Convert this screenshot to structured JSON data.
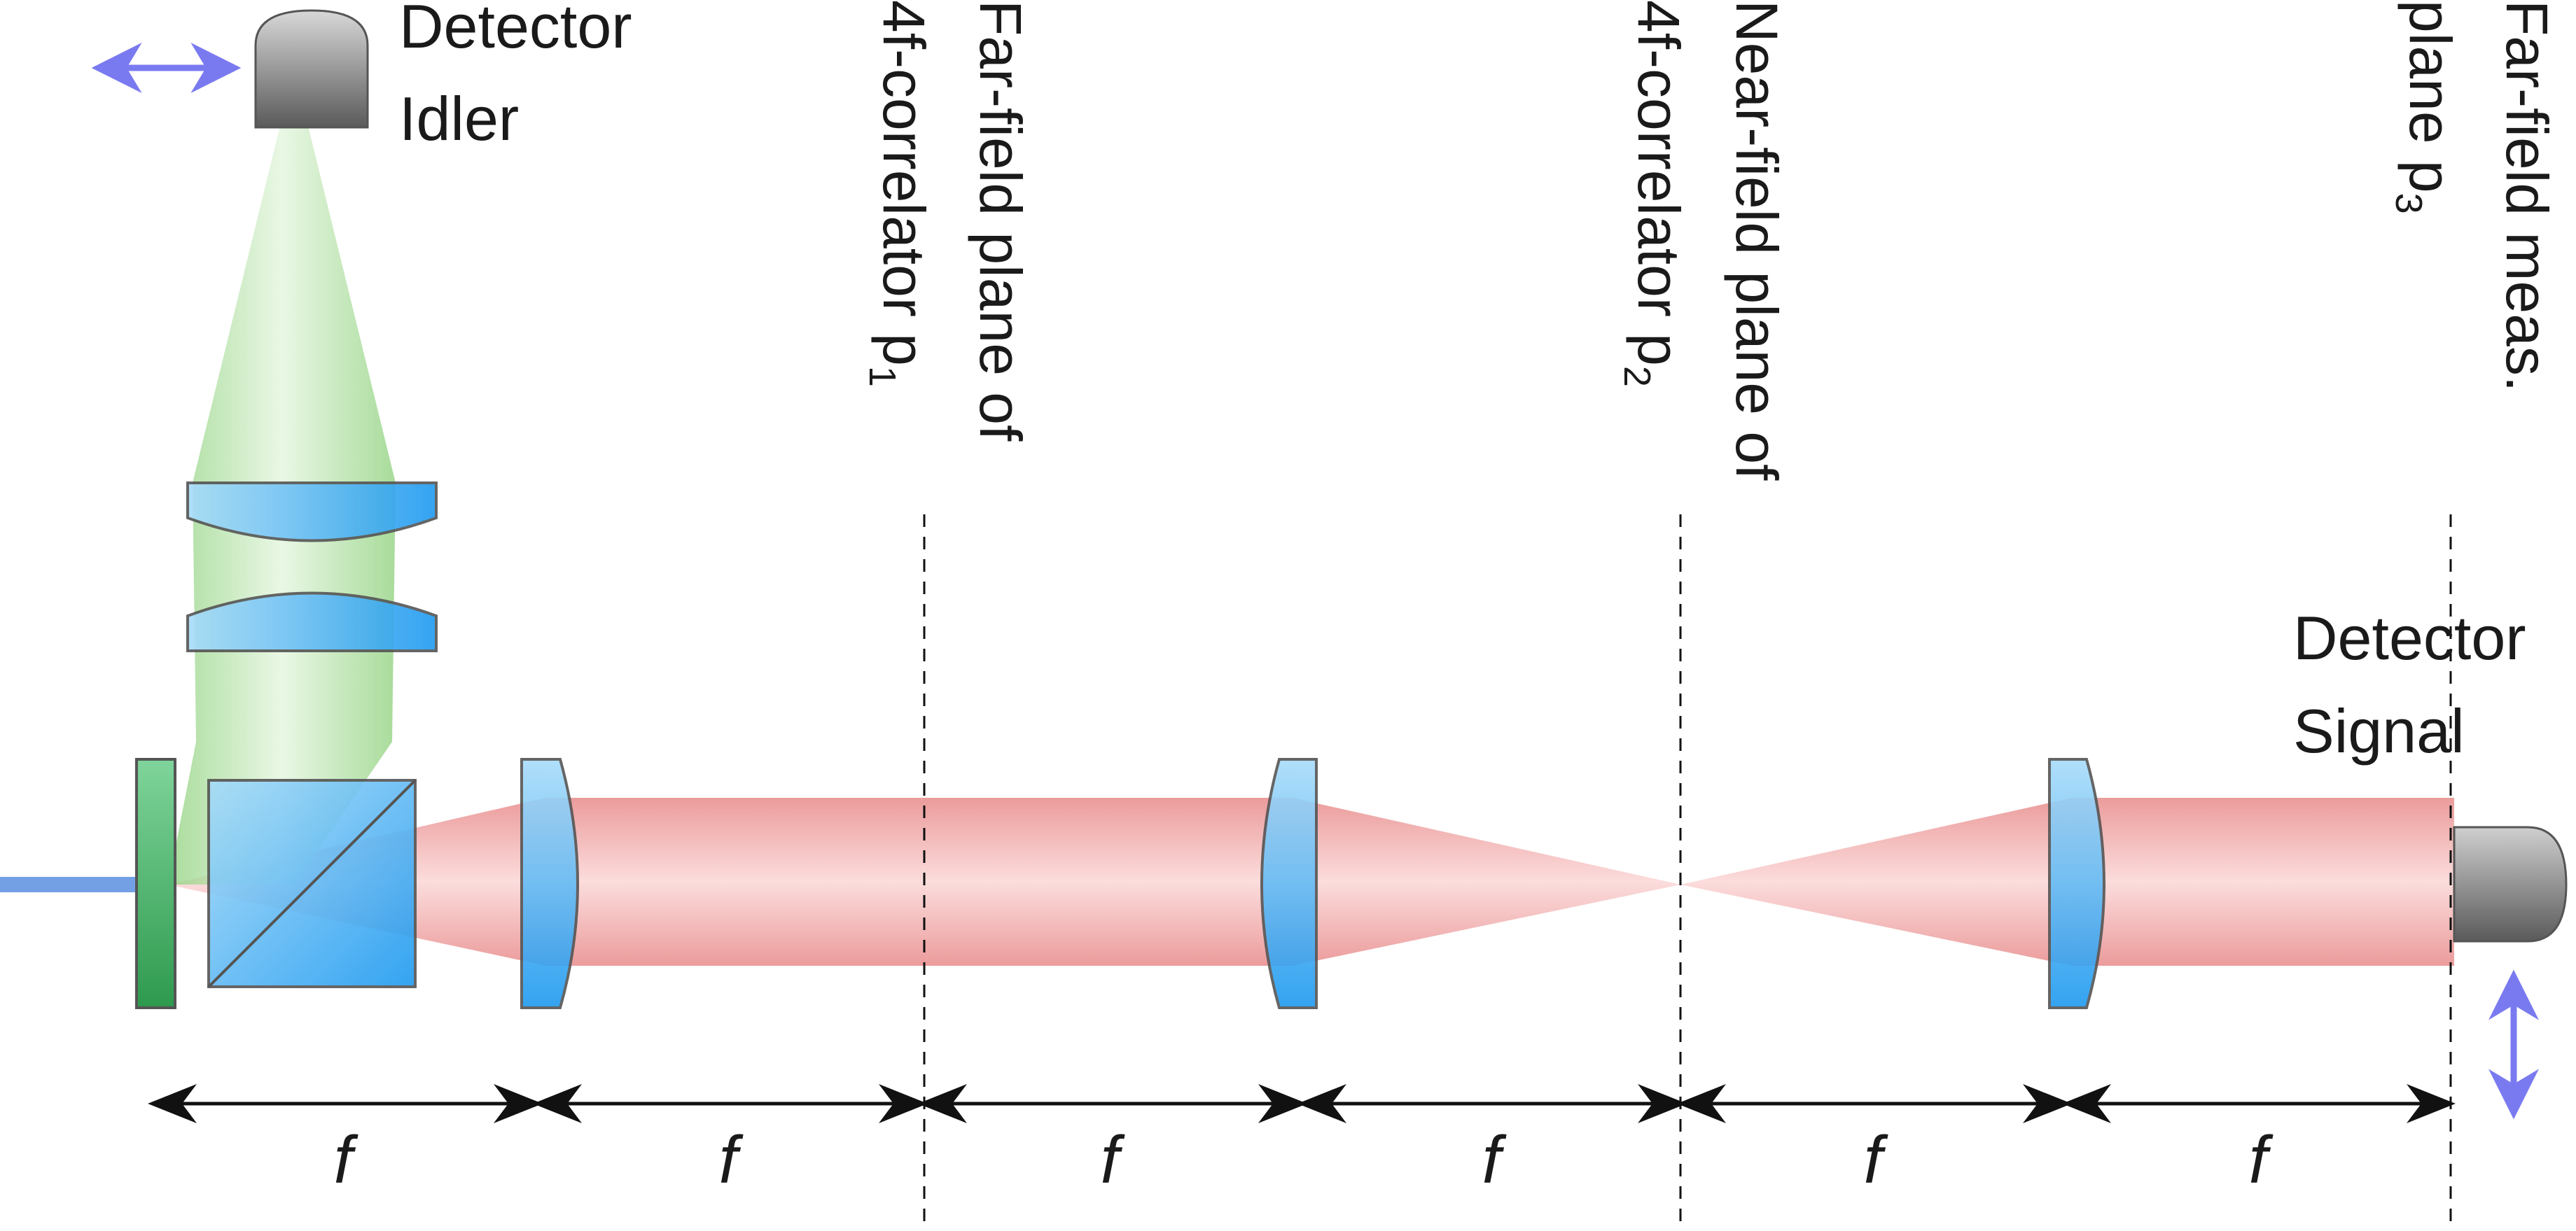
{
  "labels": {
    "detector_idler_line1": "Detector",
    "detector_idler_line2": "Idler",
    "detector_signal_line1": "Detector",
    "detector_signal_line2": "Signal",
    "plane1_line1": "Far-field plane of",
    "plane1_line2_main": "4f-correlator p",
    "plane1_sub": "1",
    "plane2_line1": "Near-field plane of",
    "plane2_line2_main": "4f-correlator p",
    "plane2_sub": "2",
    "plane3_line1": "Far-field meas.",
    "plane3_line2_main": "plane p",
    "plane3_sub": "3",
    "dimension_f": "f"
  },
  "colors": {
    "pump_beam": "#5b8fe0",
    "signal_beam": "#e88a8a",
    "idler_beam": "#8cd07a",
    "optic_blue": "#36a6f0",
    "mirror_green": "#3aa85a",
    "detector_gray": "#6e6e6e",
    "arrow_violet": "#7a7af0",
    "line_black": "#111111"
  },
  "icons": {
    "idler_detector": "detector-icon",
    "signal_detector": "detector-icon",
    "idler_translation": "double-arrow-horizontal-icon",
    "signal_translation": "double-arrow-vertical-icon"
  }
}
